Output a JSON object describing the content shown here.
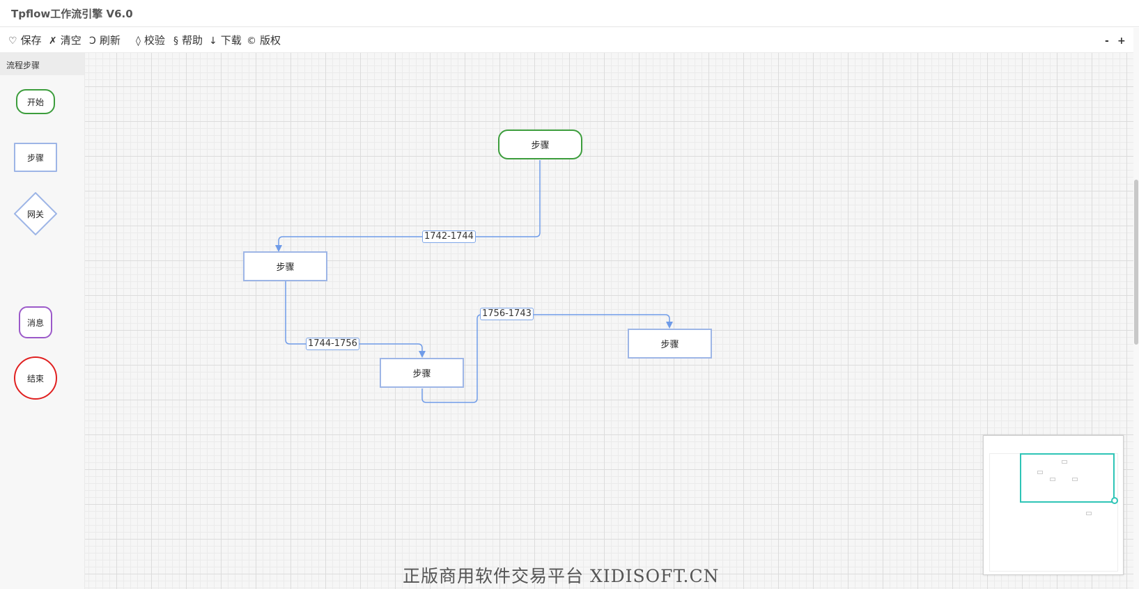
{
  "app": {
    "title": "Tpflow工作流引擎 V6.0"
  },
  "toolbar": {
    "items": [
      {
        "icon": "heart-icon",
        "glyph": "♡",
        "label": "保存"
      },
      {
        "icon": "clear-icon",
        "glyph": "✗",
        "label": "清空"
      },
      {
        "icon": "refresh-icon",
        "glyph": "Ↄ",
        "label": "刷新"
      },
      {
        "icon": "validate-icon",
        "glyph": "◊",
        "label": "校验"
      },
      {
        "icon": "section-icon",
        "glyph": "§",
        "label": "帮助"
      },
      {
        "icon": "download-icon",
        "glyph": "↓",
        "label": "下载"
      },
      {
        "icon": "copyright-icon",
        "glyph": "©",
        "label": "版权"
      }
    ],
    "zoom_out": "-",
    "zoom_in": "+"
  },
  "palette": {
    "title": "流程步骤",
    "items": [
      {
        "type": "start",
        "label": "开始"
      },
      {
        "type": "step",
        "label": "步骤"
      },
      {
        "type": "gateway",
        "label": "网关"
      },
      {
        "type": "message",
        "label": "消息"
      },
      {
        "type": "end",
        "label": "结束"
      }
    ]
  },
  "canvas": {
    "nodes": [
      {
        "id": "1742",
        "type": "start",
        "label": "步骤"
      },
      {
        "id": "1744",
        "type": "step",
        "label": "步骤"
      },
      {
        "id": "1756",
        "type": "step",
        "label": "步骤"
      },
      {
        "id": "1743",
        "type": "step",
        "label": "步骤"
      }
    ],
    "edges": [
      {
        "label": "1742-1744"
      },
      {
        "label": "1744-1756"
      },
      {
        "label": "1756-1743"
      }
    ],
    "colors": {
      "edge": "#6f9be8",
      "start_border": "#3c9d3c",
      "step_border": "#9db5e6",
      "message_border": "#9b59c9",
      "end_border": "#e02020",
      "minimap_viewport": "#2ec4b6"
    }
  },
  "watermark": "正版商用软件交易平台 XIDISOFT.CN"
}
